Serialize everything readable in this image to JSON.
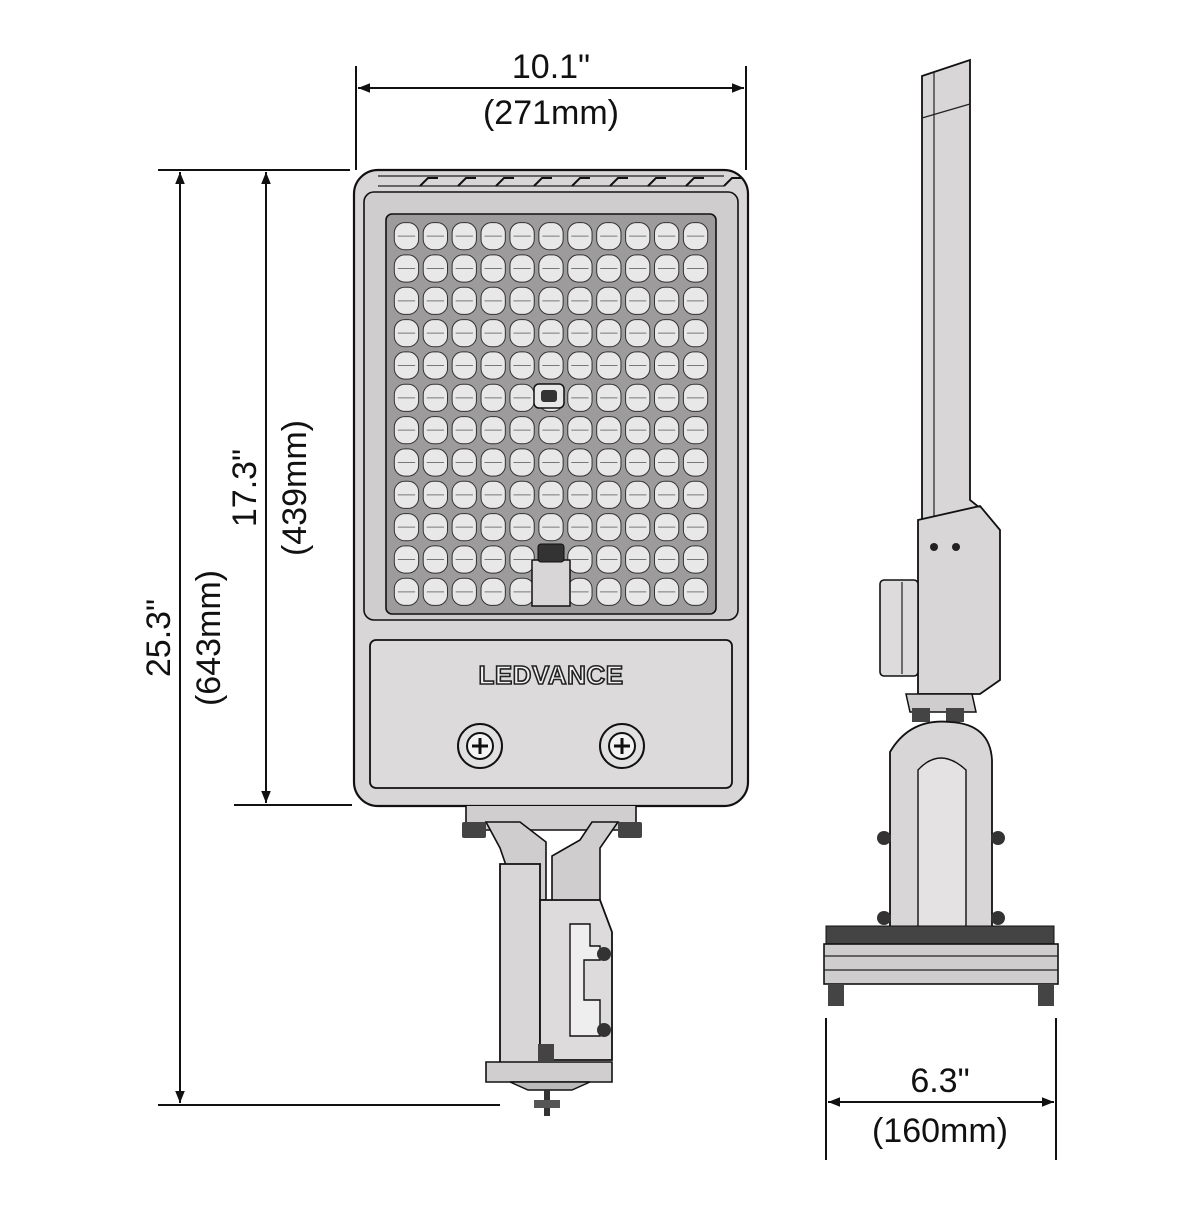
{
  "brand_logo": "LEDVANCE",
  "dimensions": {
    "width": {
      "inches": "10.1\"",
      "mm": "(271mm)"
    },
    "height_total": {
      "inches": "25.3\"",
      "mm": "(643mm)"
    },
    "height_fixture": {
      "inches": "17.3\"",
      "mm": "(439mm)"
    },
    "depth_side": {
      "inches": "6.3\"",
      "mm": "(160mm)"
    }
  },
  "led_grid": {
    "columns": 11,
    "rows": 12
  },
  "colors": {
    "line": "#111111",
    "housing": "#d8d6d6",
    "led_dark": "#6a6a6a"
  }
}
